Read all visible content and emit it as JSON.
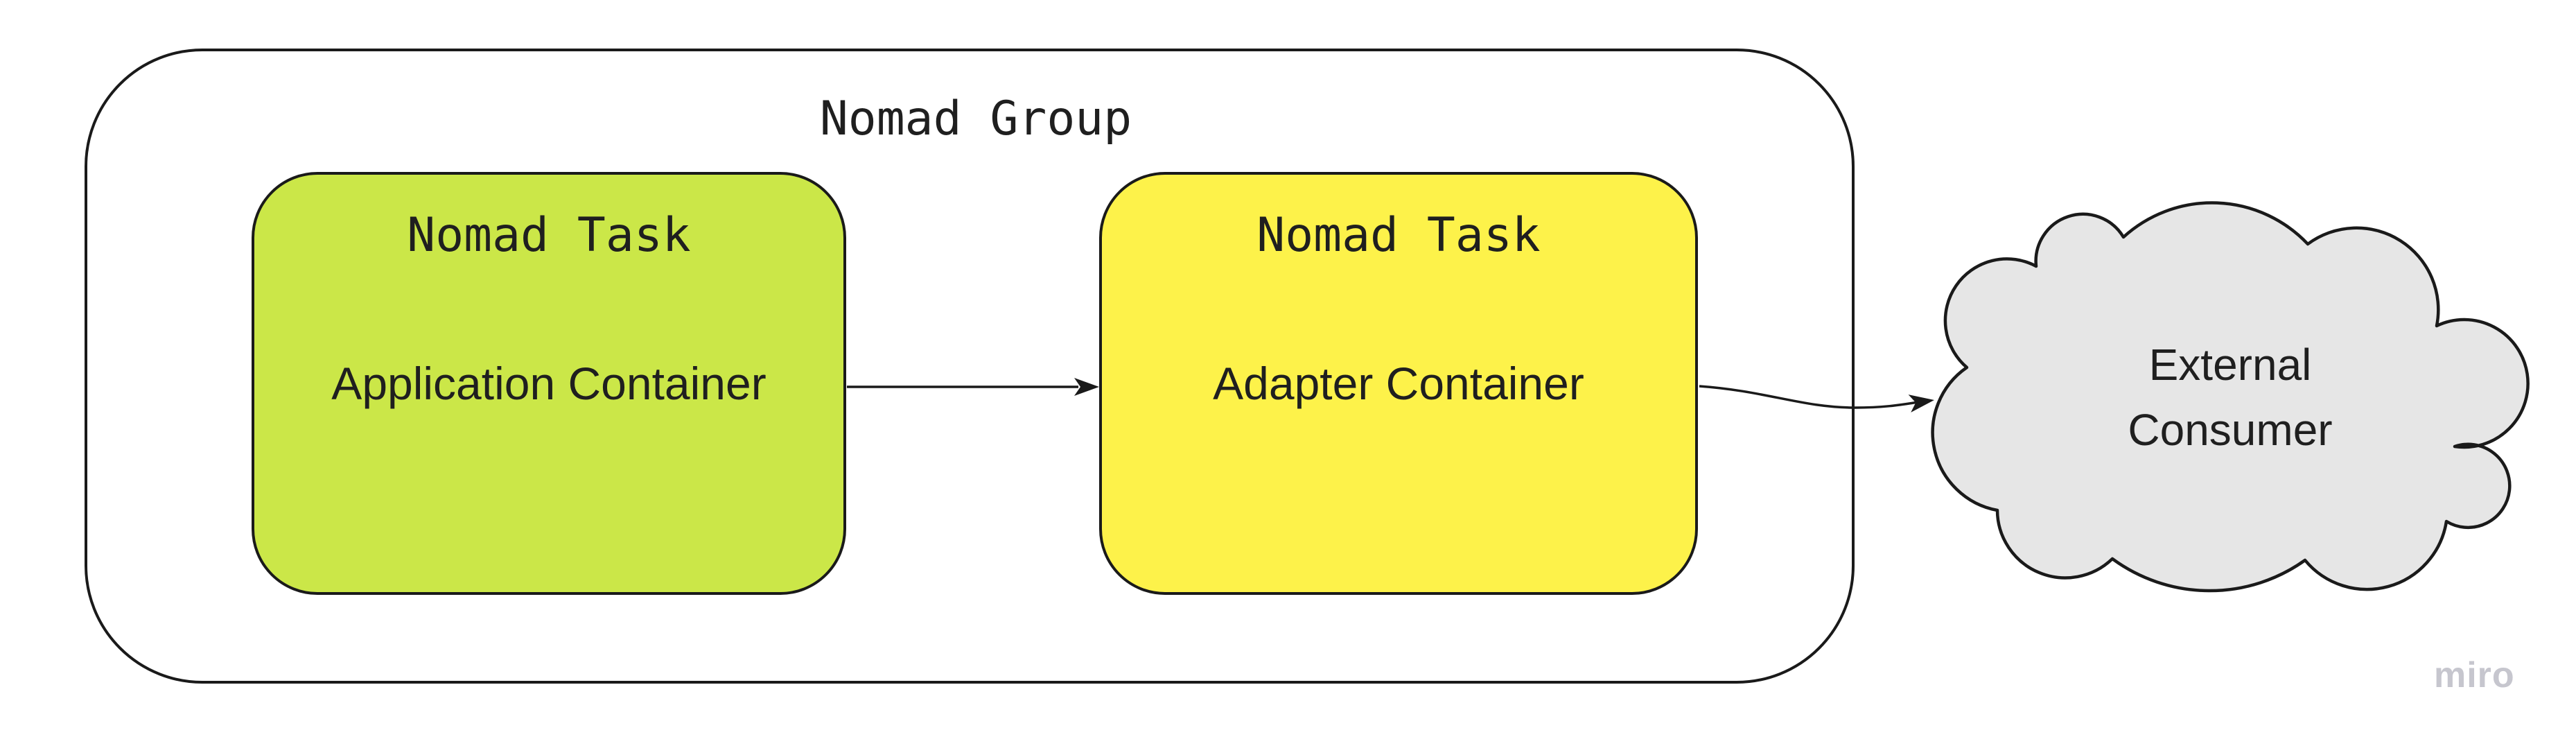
{
  "group": {
    "title": "Nomad Group"
  },
  "tasks": [
    {
      "title": "Nomad Task",
      "container": "Application Container",
      "fill": "#CBE748"
    },
    {
      "title": "Nomad Task",
      "container": "Adapter Container",
      "fill": "#FDF24A"
    }
  ],
  "cloud": {
    "line1": "External",
    "line2": "Consumer",
    "fill": "#E6E6E6"
  },
  "watermark": {
    "label": "miro",
    "color": "#C6C6CE"
  },
  "colors": {
    "stroke": "#1A1A1A",
    "text": "#1F1F1F",
    "background": "#FFFFFF"
  }
}
